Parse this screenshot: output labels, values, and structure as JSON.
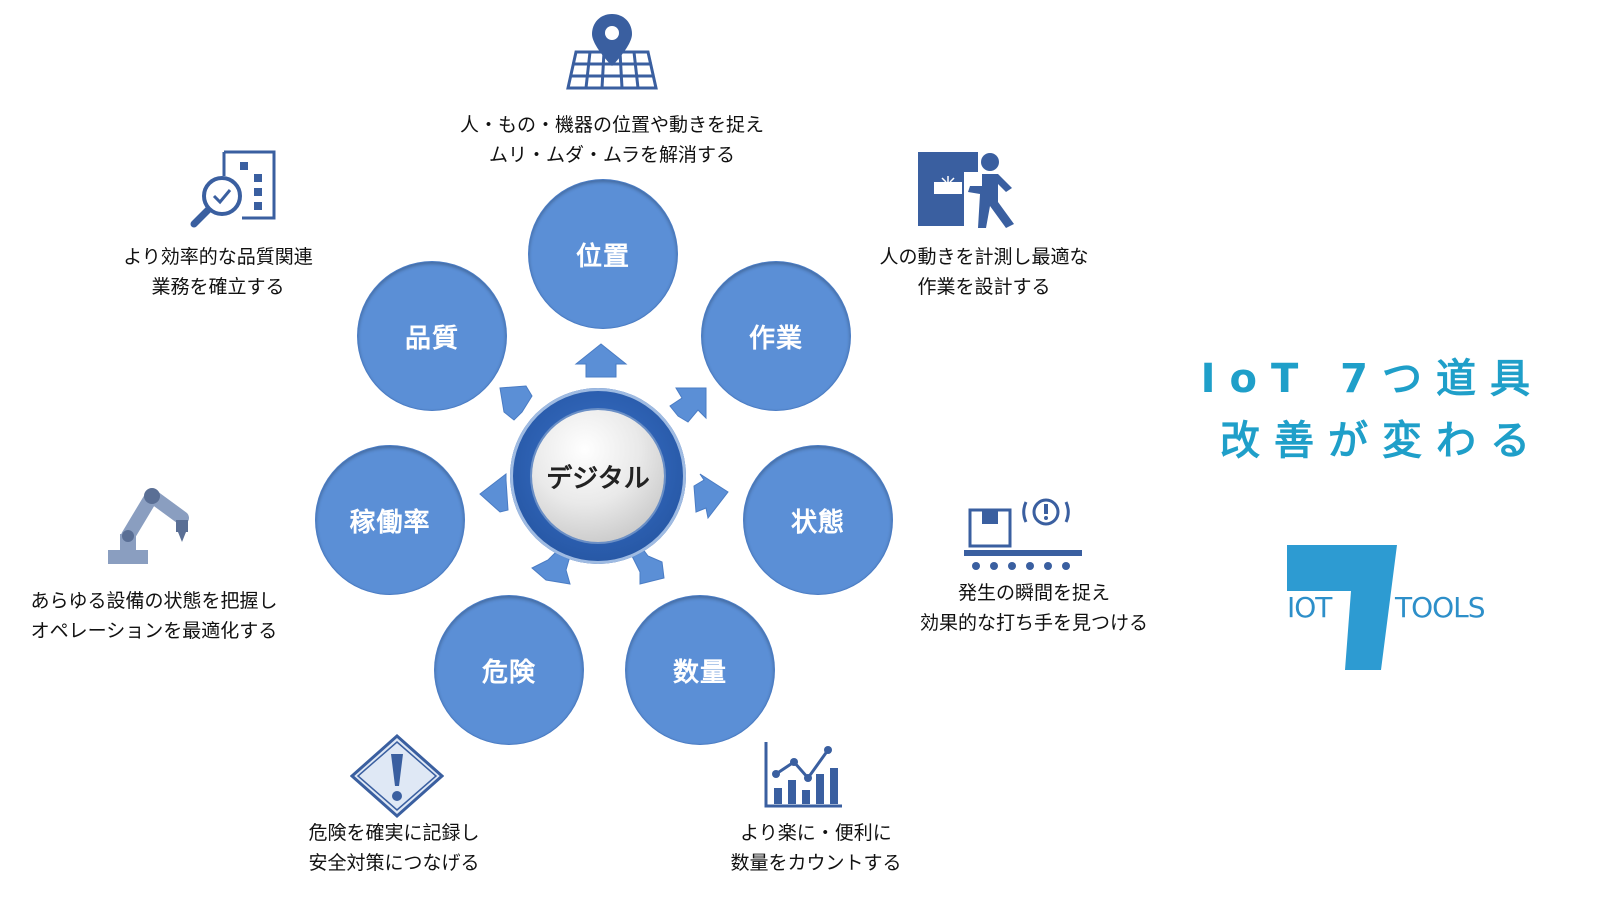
{
  "hub": {
    "label": "デジタル"
  },
  "nodes": [
    {
      "label": "位置"
    },
    {
      "label": "作業"
    },
    {
      "label": "状態"
    },
    {
      "label": "数量"
    },
    {
      "label": "危険"
    },
    {
      "label": "稼働率"
    },
    {
      "label": "品質"
    }
  ],
  "captions": {
    "position": [
      "人・もの・機器の位置や動きを捉え",
      "ムリ・ムダ・ムラを解消する"
    ],
    "work": [
      "人の動きを計測し最適な",
      "作業を設計する"
    ],
    "state": [
      "発生の瞬間を捉え",
      "効果的な打ち手を見つける"
    ],
    "quantity": [
      "より楽に・便利に",
      "数量をカウントする"
    ],
    "danger": [
      "危険を確実に記録し",
      "安全対策につなげる"
    ],
    "utilization": [
      "あらゆる設備の状態を把握し",
      "オペレーションを最適化する"
    ],
    "quality": [
      "より効率的な品質関連",
      "業務を確立する"
    ]
  },
  "title": {
    "line1": "IoT 7つ道具",
    "line2": "改善が変わる"
  },
  "logo": {
    "left": "IOT",
    "right": "TOOLS"
  },
  "colors": {
    "node": "#5b8fd6",
    "hub": "#2c5fb0",
    "icon": "#3a5fa0",
    "title": "#1f9fc9",
    "logo": "#2d8fc9"
  }
}
